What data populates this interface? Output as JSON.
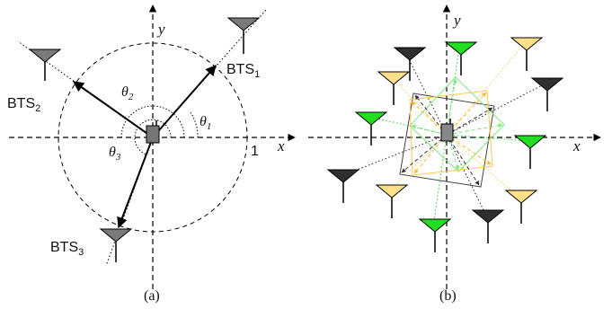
{
  "panel_a": {
    "x_label": "x",
    "y_label": "y",
    "radius_label": "1",
    "bts1": {
      "base": "BTS",
      "sub": "1"
    },
    "bts2": {
      "base": "BTS",
      "sub": "2"
    },
    "bts3": {
      "base": "BTS",
      "sub": "3"
    },
    "theta1": {
      "sym": "θ",
      "sub": "1"
    },
    "theta2": {
      "sym": "θ",
      "sub": "2"
    },
    "theta3": {
      "sym": "θ",
      "sub": "3"
    },
    "caption": "(a)"
  },
  "panel_b": {
    "x_label": "x",
    "y_label": "y",
    "caption": "(b)"
  },
  "colors": {
    "antenna_dark": "#2f2f2f",
    "antenna_gray": "#7a7a7a",
    "antenna_green": "#22dd22",
    "antenna_yellow": "#ffe08a",
    "arrow_green": "#7de87d",
    "arrow_yellow": "#ffbb33"
  }
}
